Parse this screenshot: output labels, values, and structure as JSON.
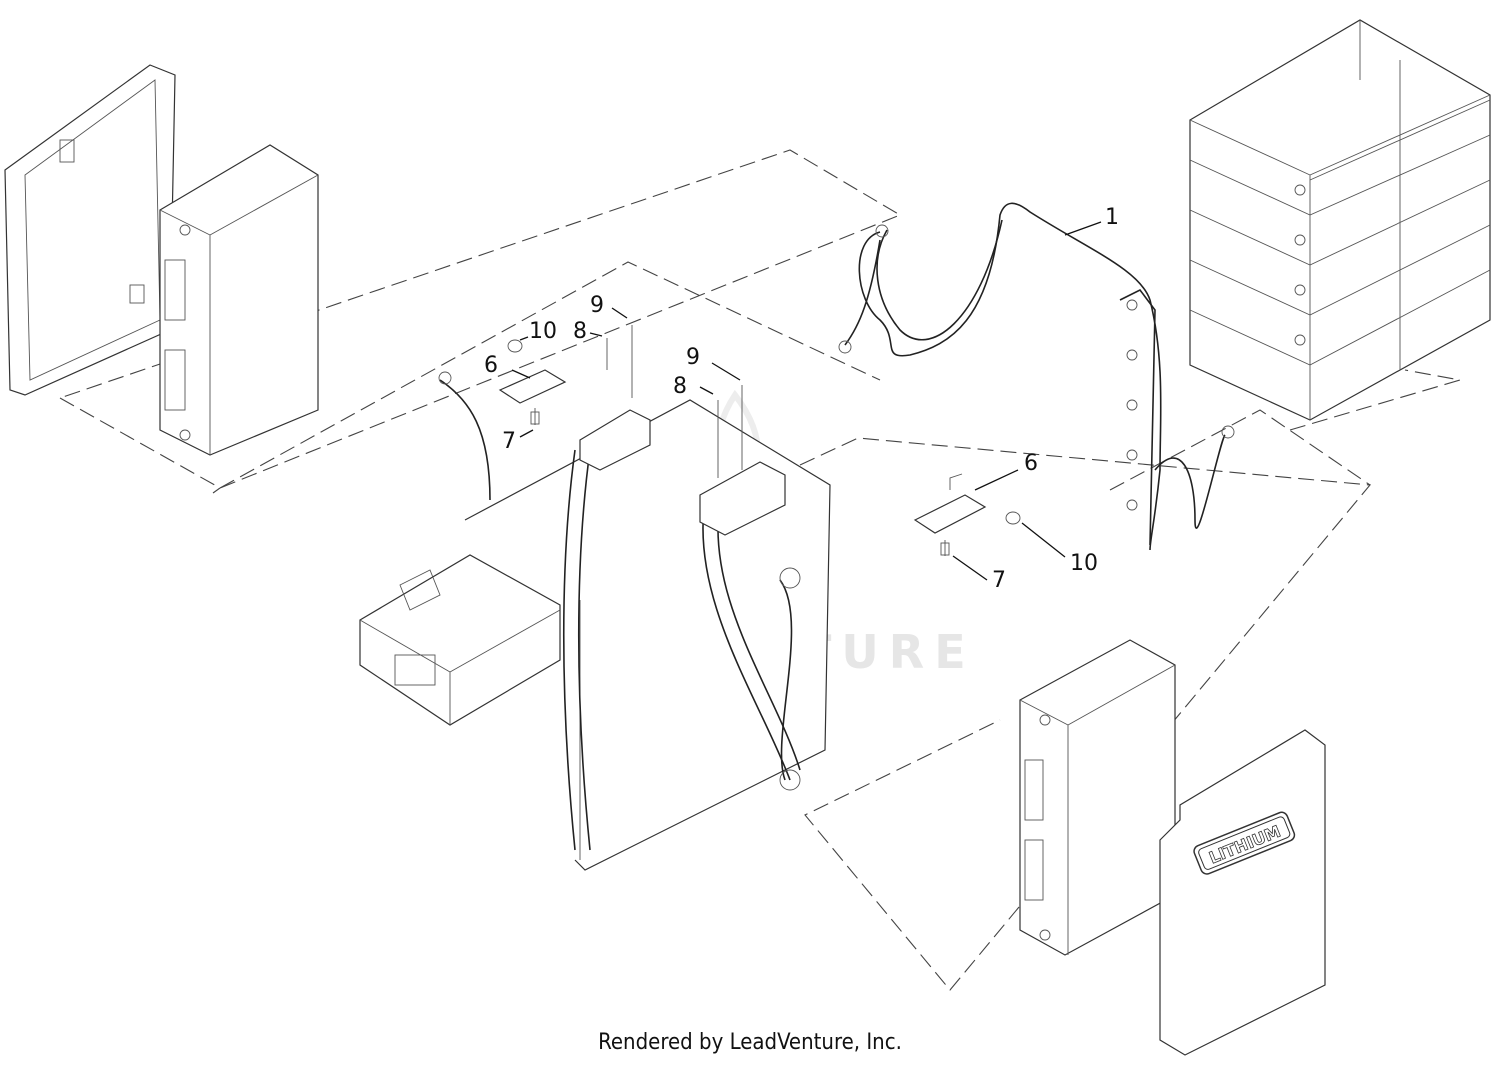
{
  "watermark": "LEADVENTURE",
  "lithium_badge": "LITHIUM",
  "credit": "Rendered by LeadVenture, Inc.",
  "callouts": [
    "1",
    "6",
    "7",
    "8",
    "9",
    "10",
    "6",
    "7",
    "8",
    "9",
    "10"
  ]
}
